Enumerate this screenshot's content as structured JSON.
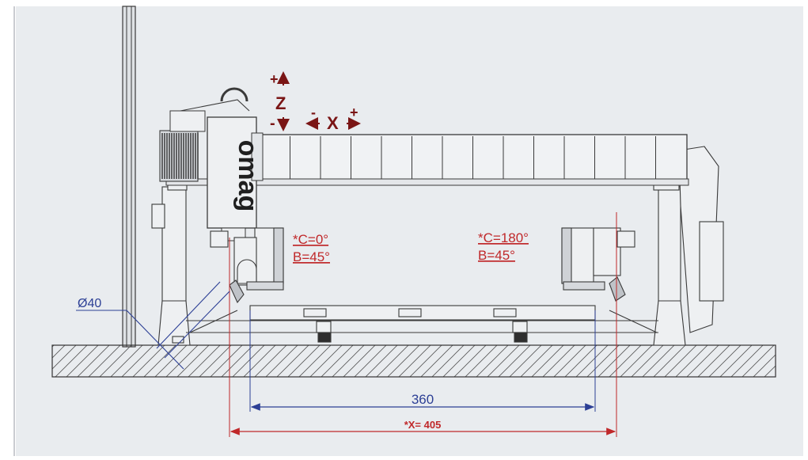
{
  "brand": {
    "logo_text": "omag"
  },
  "axes": {
    "z_label": "Z",
    "z_plus": "+",
    "z_minus": "-",
    "x_label": "X",
    "x_minus": "-",
    "x_plus": "+"
  },
  "annotations": {
    "left_c": "*C=0°",
    "left_b": "B=45°",
    "right_c": "*C=180°",
    "right_b": "B=45°",
    "diameter": "Ø40",
    "dim_inner": "360",
    "dim_outer": "*X= 405"
  },
  "colors": {
    "background": "#e9ecef",
    "line": "#3a3a3a",
    "annotation_red": "#c0282a",
    "dimension_blue": "#2c3f95"
  }
}
